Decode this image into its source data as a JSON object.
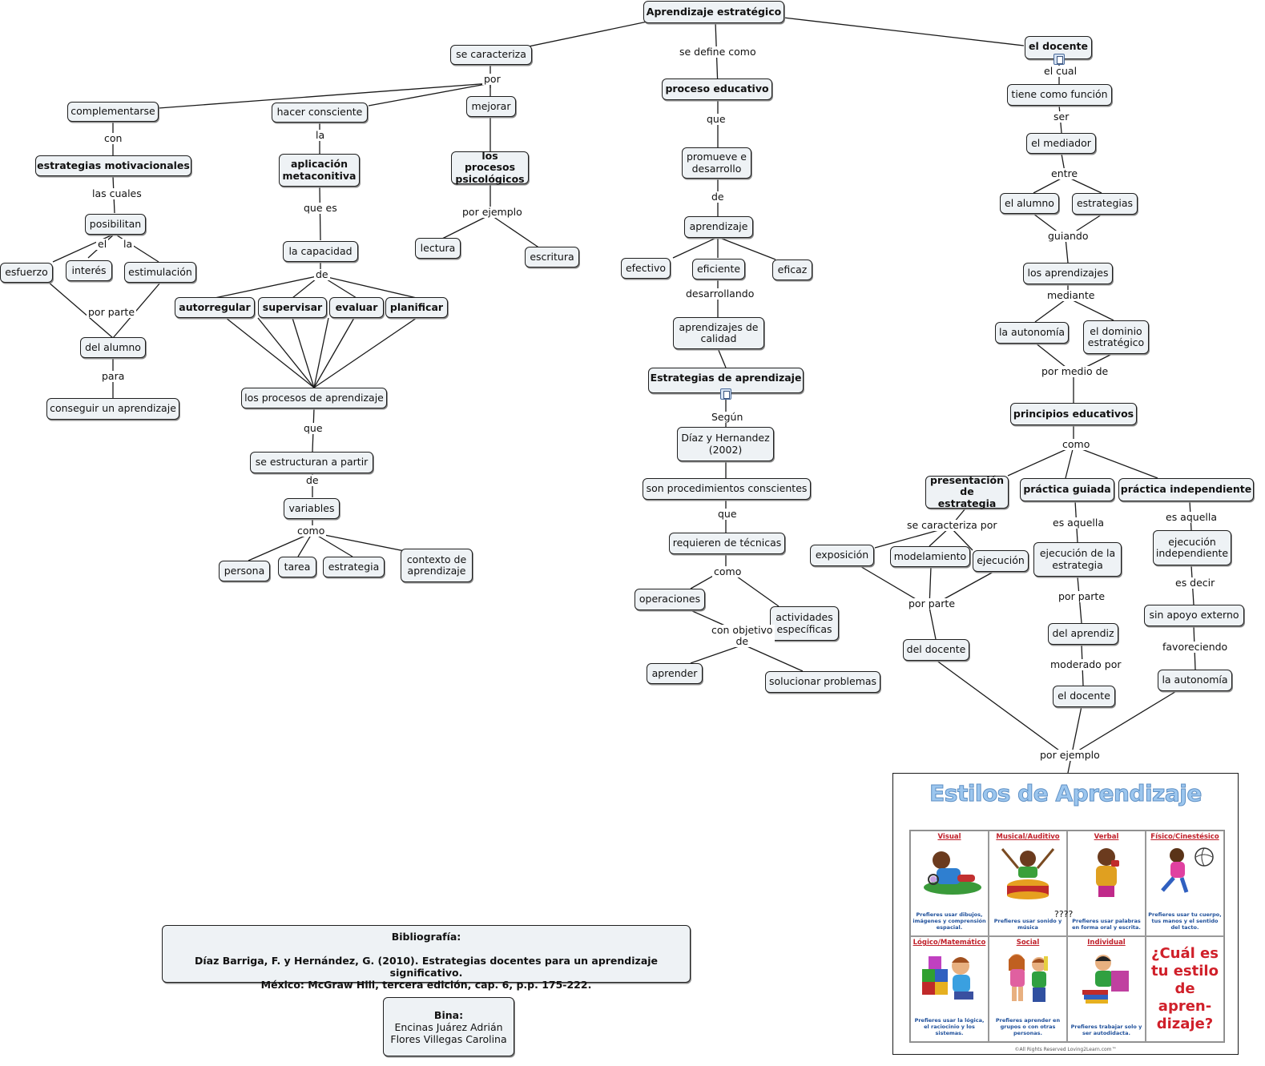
{
  "root": "Aprendizaje estratégico",
  "links": {
    "se_define_como": "se define como",
    "por": "por",
    "con": "con",
    "las_cuales": "las cuales",
    "el": "el",
    "la": "la",
    "por_parte": "por parte",
    "para": "para",
    "la2": "la",
    "que_es": "que es",
    "de": "de",
    "que": "que",
    "de2": "de",
    "como": "como",
    "por_ejemplo": "por ejemplo",
    "que_pe": "que",
    "de_pe": "de",
    "desarrollando": "desarrollando",
    "segun": "Según",
    "que_sp": "que",
    "como_rt": "como",
    "con_objetivo_de": "con objetivo\nde",
    "el_cual": "el cual",
    "ser": "ser",
    "entre": "entre",
    "guiando": "guiando",
    "mediante": "mediante",
    "por_medio_de": "por medio de",
    "como_pe": "como",
    "se_caracteriza_por": "se caracteriza por",
    "por_parte_pres": "por parte",
    "es_aquella_pg": "es aquella",
    "por_parte_pg": "por parte",
    "moderado_por": "moderado por",
    "es_aquella_pi": "es aquella",
    "es_decir": "es decir",
    "favoreciendo": "favoreciendo",
    "por_ejemplo_fin": "por ejemplo"
  },
  "nodes": {
    "se_caracteriza": "se caracteriza",
    "complementarse": "complementarse",
    "hacer_consciente": "hacer consciente",
    "mejorar": "mejorar",
    "estrategias_motivacionales": "estrategias motivacionales",
    "posibilitan": "posibilitan",
    "esfuerzo": "esfuerzo",
    "interes": "interés",
    "estimulacion": "estimulación",
    "del_alumno": "del alumno",
    "conseguir": "conseguir un aprendizaje",
    "aplicacion": "aplicación\nmetaconitiva",
    "la_capacidad": "la capacidad",
    "autorregular": "autorregular",
    "supervisar": "supervisar",
    "evaluar": "evaluar",
    "planificar": "planificar",
    "procesos_aprendizaje": "los procesos de aprendizaje",
    "se_estructuran": "se estructuran a partir",
    "variables": "variables",
    "persona": "persona",
    "tarea": "tarea",
    "estrategia": "estrategia",
    "contexto": "contexto de\naprendizaje",
    "procesos_psicologicos": "los procesos\npsicológicos",
    "lectura": "lectura",
    "escritura": "escritura",
    "proceso_educativo": "proceso educativo",
    "promueve": "promueve e\ndesarrollo",
    "aprendizaje": "aprendizaje",
    "efectivo": "efectivo",
    "eficiente": "eficiente",
    "eficaz": "eficaz",
    "aprendizajes_calidad": "aprendizajes de\ncalidad",
    "estrategias_aprendizaje": "Estrategias de aprendizaje",
    "diaz": "Díaz y Hernandez\n(2002)",
    "son_procedimientos": "son procedimientos conscientes",
    "requieren": "requieren de técnicas",
    "operaciones": "operaciones",
    "actividades": "actividades\nespecíficas",
    "aprender": "aprender",
    "solucionar": "solucionar problemas",
    "el_docente": "el docente",
    "tiene_funcion": "tiene como función",
    "el_mediador": "el mediador",
    "el_alumno": "el alumno",
    "estrategias": "estrategias",
    "los_aprendizajes": "los aprendizajes",
    "la_autonomia": "la autonomía",
    "dominio": "el dominio\nestratégico",
    "principios": "principios educativos",
    "presentacion": "presentación\nde estrategia",
    "practica_guiada": "práctica guiada",
    "practica_independiente": "práctica independiente",
    "exposicion": "exposición",
    "modelamiento": "modelamiento",
    "ejecucion": "ejecución",
    "del_docente": "del docente",
    "ejecucion_estrategia": "ejecución de la\nestrategia",
    "del_aprendiz": "del aprendiz",
    "el_docente2": "el docente",
    "ejecucion_independiente": "ejecución\nindependiente",
    "sin_apoyo": "sin apoyo externo",
    "la_autonomia2": "la autonomía"
  },
  "bibliography": {
    "heading": "Bibliografía:",
    "line1": "Díaz Barriga, F. y Hernández, G. (2010). Estrategias docentes para un aprendizaje significativo.",
    "line2": "México: McGraw Hill, tercera edición, cap. 6, p.p. 175-222."
  },
  "bina": {
    "heading": "Bina:",
    "member1": "Encinas Juárez Adrián",
    "member2": "Flores Villegas Carolina"
  },
  "poster": {
    "title": "Estilos de Aprendizaje",
    "cells": [
      {
        "title": "Visual",
        "desc": "Prefieres usar dibujos, imágenes y comprensión espacial."
      },
      {
        "title": "Musical/Auditivo",
        "desc": "Prefieres usar sonido y música"
      },
      {
        "title": "Verbal",
        "desc": "Prefieres usar palabras en forma oral y escrita."
      },
      {
        "title": "Físico/Cinestésico",
        "desc": "Prefieres usar tu cuerpo, tus manos y el sentido del tacto."
      },
      {
        "title": "Lógico/Matemático",
        "desc": "Prefieres usar la lógica, el raciocinio y los sistemas."
      },
      {
        "title": "Social",
        "desc": "Prefieres aprender en grupos o con otras personas."
      },
      {
        "title": "Individual",
        "desc": "Prefieres trabajar solo y ser autodidacta."
      }
    ],
    "question": "¿Cuál es tu estilo de apren-dizaje?",
    "copyright": "©All Rights Reserved Loving2Learn.com™",
    "annotation": "????"
  },
  "colors": {
    "node_fill": "#eef2f5",
    "node_border": "#1f1f1f",
    "poster_title": "#9cc6ee",
    "poster_red": "#c0202a",
    "poster_blue": "#1e4f9a"
  }
}
